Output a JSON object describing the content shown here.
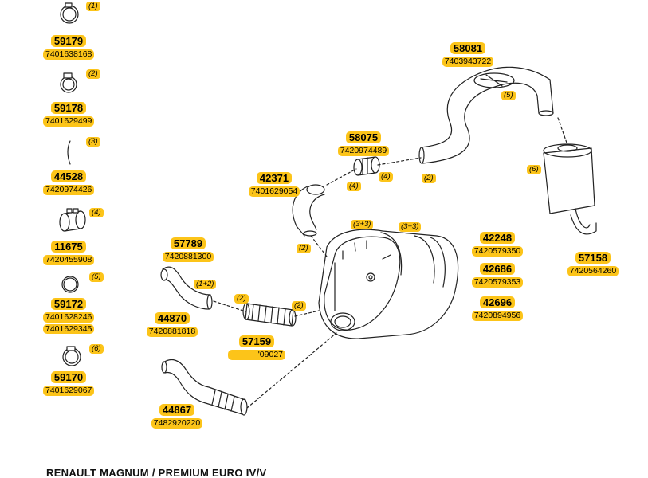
{
  "footer": {
    "title": "RENAULT MAGNUM / PREMIUM EURO IV/V"
  },
  "legend_items": [
    {
      "code": "59179",
      "parts": [
        "7401638168"
      ],
      "qty": "(1)",
      "icon": "hose-clamp-ring-icon"
    },
    {
      "code": "59178",
      "parts": [
        "7401629499"
      ],
      "qty": "(2)",
      "icon": "worm-drive-clamp-icon"
    },
    {
      "code": "44528",
      "parts": [
        "7420974426"
      ],
      "qty": "(3)",
      "icon": "gasket-strip-icon"
    },
    {
      "code": "11675",
      "parts": [
        "7420455908"
      ],
      "qty": "(4)",
      "icon": "sleeve-clamp-icon"
    },
    {
      "code": "59172",
      "parts": [
        "7401628246",
        "7401629345"
      ],
      "qty": "(5)",
      "icon": "band-clamp-icon"
    },
    {
      "code": "59170",
      "parts": [
        "7401629067"
      ],
      "qty": "(6)",
      "icon": "bolt-clamp-icon"
    }
  ],
  "diagram_labels": [
    {
      "code": "58081",
      "parts": [
        "7403943722"
      ]
    },
    {
      "code": "58075",
      "parts": [
        "7420974489"
      ]
    },
    {
      "code": "42371",
      "parts": [
        "7401629054"
      ]
    },
    {
      "code": "57789",
      "parts": [
        "7420881300"
      ]
    },
    {
      "code": "42248",
      "parts": [
        "7420579350"
      ]
    },
    {
      "code": "42686",
      "parts": [
        "7420579353"
      ]
    },
    {
      "code": "42696",
      "parts": [
        "7420894956"
      ]
    },
    {
      "code": "57158",
      "parts": [
        "7420564260"
      ]
    },
    {
      "code": "44870",
      "parts": [
        "7420881818"
      ]
    },
    {
      "code": "57159",
      "parts": [
        "'09027"
      ]
    },
    {
      "code": "44867",
      "parts": [
        "7482920220"
      ]
    }
  ],
  "qty_tags": [
    "(5)",
    "(6)",
    "(4)",
    "(4)",
    "(2)",
    "(2)",
    "(3+3)",
    "(3+3)",
    "(1+2)",
    "(2)",
    "(2)"
  ]
}
